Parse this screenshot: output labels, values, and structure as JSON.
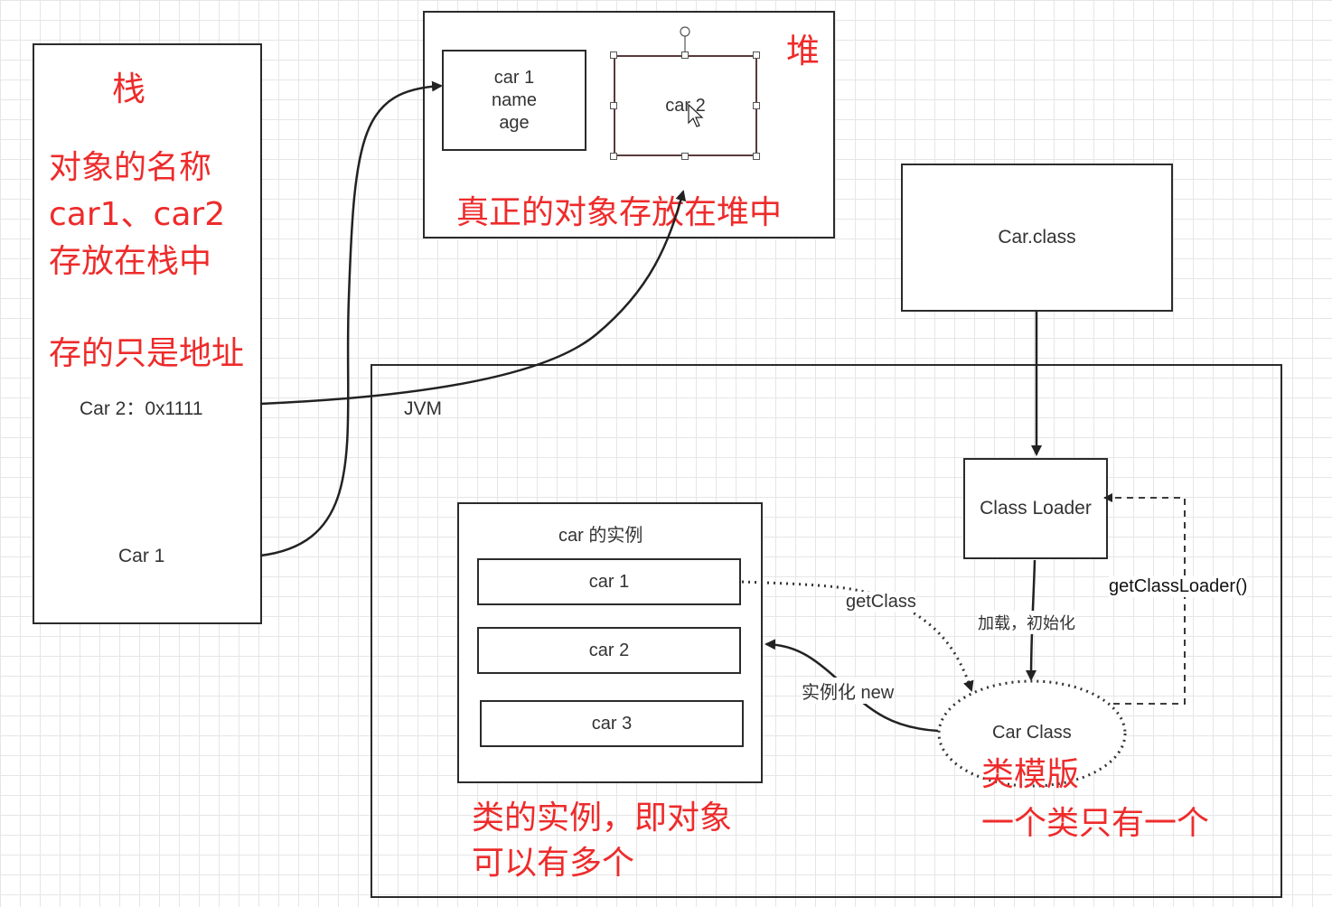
{
  "stack": {
    "title": "栈",
    "line1": "对象的名称",
    "line2": "car1、car2",
    "line3": "存放在栈中",
    "line4": "存的只是地址",
    "car2_ref": "Car 2：0x1111",
    "car1_ref": "Car 1"
  },
  "heap": {
    "title": "堆",
    "obj1": [
      "car 1",
      "name",
      "age"
    ],
    "obj2": "car 2",
    "note": "真正的对象存放在堆中"
  },
  "class_file": {
    "label": "Car.class"
  },
  "jvm": {
    "label": "JVM",
    "class_loader": "Class Loader",
    "load_init": "加载，初始化",
    "get_class_loader": "getClassLoader()",
    "car_class": "Car Class",
    "class_template": "类模版",
    "only_one": "一个类只有一个",
    "get_class": "getClass",
    "instantiate": "实例化 new",
    "instances": {
      "title": "car 的实例",
      "items": [
        "car 1",
        "car 2",
        "car 3"
      ]
    },
    "instances_note_1": "类的实例，即对象",
    "instances_note_2": "可以有多个"
  }
}
